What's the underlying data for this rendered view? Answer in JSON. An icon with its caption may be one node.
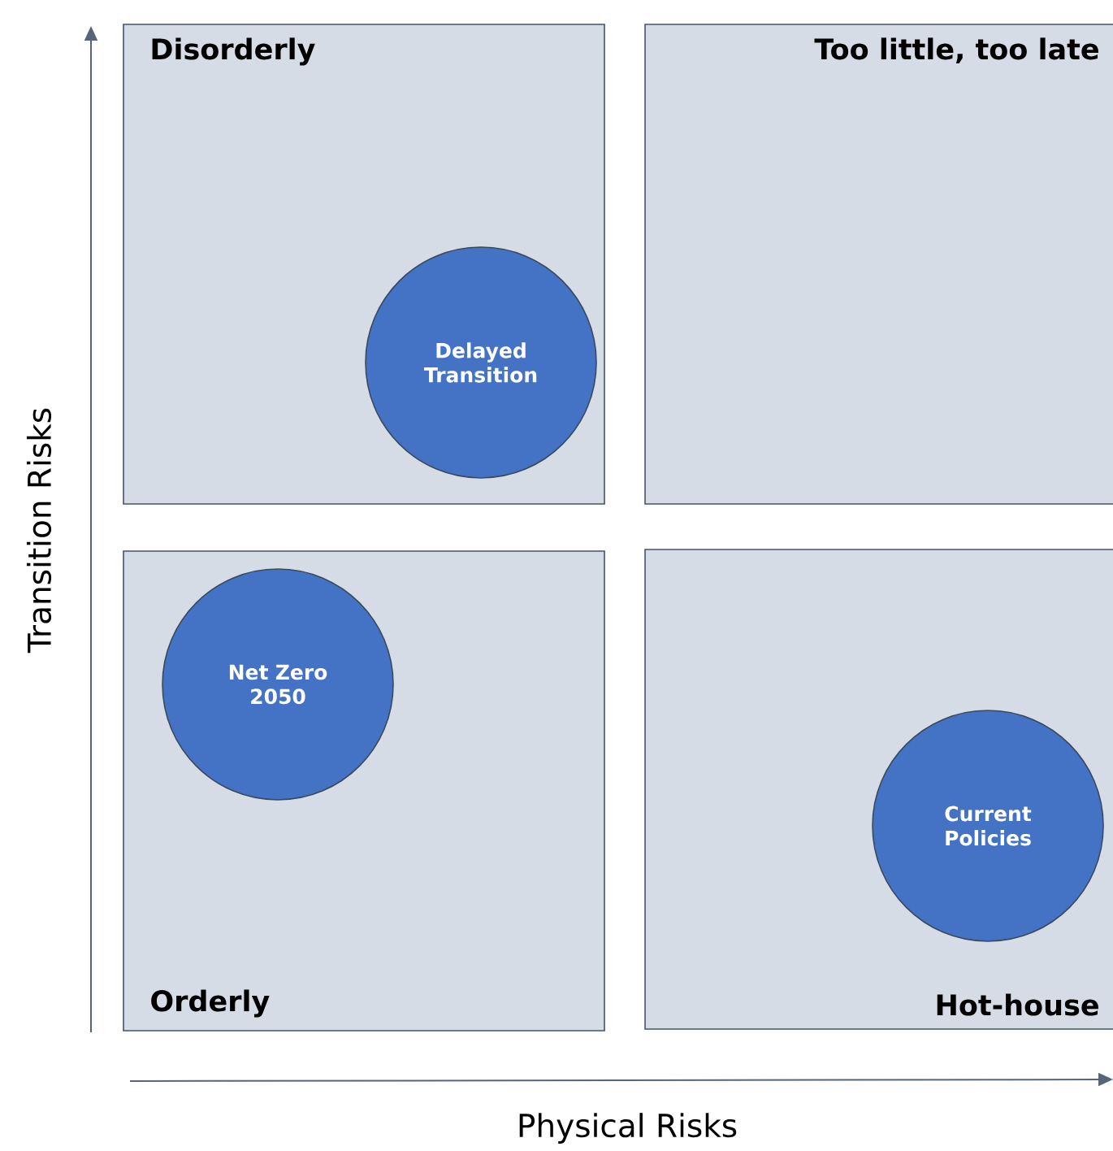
{
  "diagram": {
    "nodes": [
      {
        "text": [
          "Disorderly"
        ]
      },
      {
        "text": [
          "Delayed Transition"
        ],
        "in": 0
      },
      {
        "text": [
          "Too little, too late"
        ]
      },
      {
        "text": [
          "Orderly"
        ]
      },
      {
        "text": [
          "Net Zero 2050"
        ],
        "in": 3
      },
      {
        "text": [
          "Hot-house"
        ]
      },
      {
        "text": [
          "Current Policies"
        ],
        "in": 5
      }
    ],
    "labels": [
      "Transition Risks",
      "Physical Risks"
    ]
  }
}
